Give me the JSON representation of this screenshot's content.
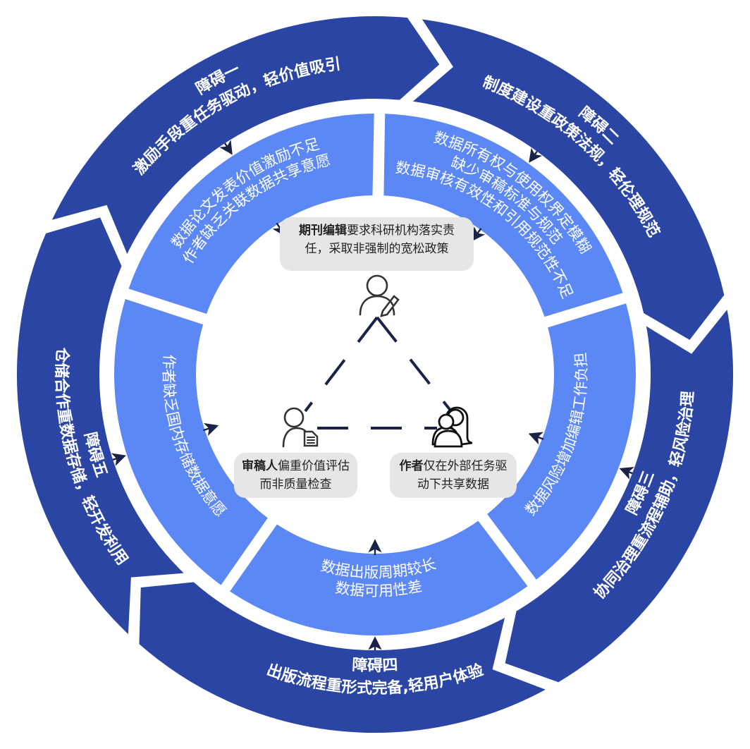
{
  "colors": {
    "outer_ring": "#2a45a3",
    "inner_ring": "#5b88f5",
    "arrow": "#1b2248",
    "triangle": "#1b2248",
    "callout_bg": "#e6e6e6",
    "icon": "#333333"
  },
  "obstacles": [
    {
      "id": "one",
      "title": "障碍一",
      "subtitle": "激励手段重任务驱动，轻价值吸引"
    },
    {
      "id": "two",
      "title": "障碍二",
      "subtitle": "制度建设重政策法规，轻伦理规范"
    },
    {
      "id": "three",
      "title": "障碍三",
      "subtitle": "协同治理重流程辅助，轻风险治理"
    },
    {
      "id": "four",
      "title": "障碍四",
      "subtitle": "出版流程重形式完备,轻用户体验"
    },
    {
      "id": "five",
      "title": "障碍五",
      "subtitle": "仓储合作重数据存储，轻开发利用"
    }
  ],
  "issues": [
    {
      "id": "one",
      "lines": [
        "数据论文发表价值激励不足",
        "作者缺乏关联数据共享意愿"
      ]
    },
    {
      "id": "two",
      "lines": [
        "数据所有权与使用权界定模糊",
        "缺少审稿标准与规范",
        "数据审核有效性和引用规范性不足"
      ]
    },
    {
      "id": "three",
      "lines": [
        "数据风险增加编辑工作负担"
      ]
    },
    {
      "id": "four",
      "lines": [
        "数据出版周期较长",
        "数据可用性差"
      ]
    },
    {
      "id": "five",
      "lines": [
        "作者缺乏国内存储数据意愿"
      ]
    }
  ],
  "actors": {
    "editor": {
      "role": "期刊编辑",
      "desc": "要求科研机构落实责任，采取非强制的宽松政策",
      "icon": "person-pencil-icon"
    },
    "reviewer": {
      "role": "审稿人",
      "desc": "偏重价值评估而非质量检查",
      "icon": "person-document-icon"
    },
    "author": {
      "role": "作者",
      "desc": "仅在外部任务驱动下共享数据",
      "icon": "people-group-icon"
    }
  }
}
